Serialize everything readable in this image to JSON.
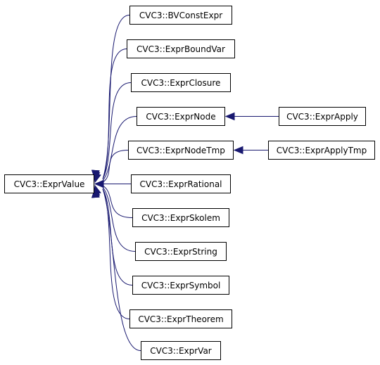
{
  "diagram": {
    "edge_color": "#191970",
    "root": "CVC3::ExprValue",
    "nodes": {
      "exprvalue": "CVC3::ExprValue",
      "bvconstexpr": "CVC3::BVConstExpr",
      "exprboundvar": "CVC3::ExprBoundVar",
      "exprclosure": "CVC3::ExprClosure",
      "exprnode": "CVC3::ExprNode",
      "exprnodetmp": "CVC3::ExprNodeTmp",
      "exprrational": "CVC3::ExprRational",
      "exprskolem": "CVC3::ExprSkolem",
      "exprstring": "CVC3::ExprString",
      "exprsymbol": "CVC3::ExprSymbol",
      "exprtheorem": "CVC3::ExprTheorem",
      "exprvar": "CVC3::ExprVar",
      "exprapply": "CVC3::ExprApply",
      "exprapplytmp": "CVC3::ExprApplyTmp"
    },
    "edges": [
      {
        "from": "bvconstexpr",
        "to": "exprvalue"
      },
      {
        "from": "exprboundvar",
        "to": "exprvalue"
      },
      {
        "from": "exprclosure",
        "to": "exprvalue"
      },
      {
        "from": "exprnode",
        "to": "exprvalue"
      },
      {
        "from": "exprnodetmp",
        "to": "exprvalue"
      },
      {
        "from": "exprrational",
        "to": "exprvalue"
      },
      {
        "from": "exprskolem",
        "to": "exprvalue"
      },
      {
        "from": "exprstring",
        "to": "exprvalue"
      },
      {
        "from": "exprsymbol",
        "to": "exprvalue"
      },
      {
        "from": "exprtheorem",
        "to": "exprvalue"
      },
      {
        "from": "exprvar",
        "to": "exprvalue"
      },
      {
        "from": "exprapply",
        "to": "exprnode"
      },
      {
        "from": "exprapplytmp",
        "to": "exprnodetmp"
      }
    ]
  }
}
